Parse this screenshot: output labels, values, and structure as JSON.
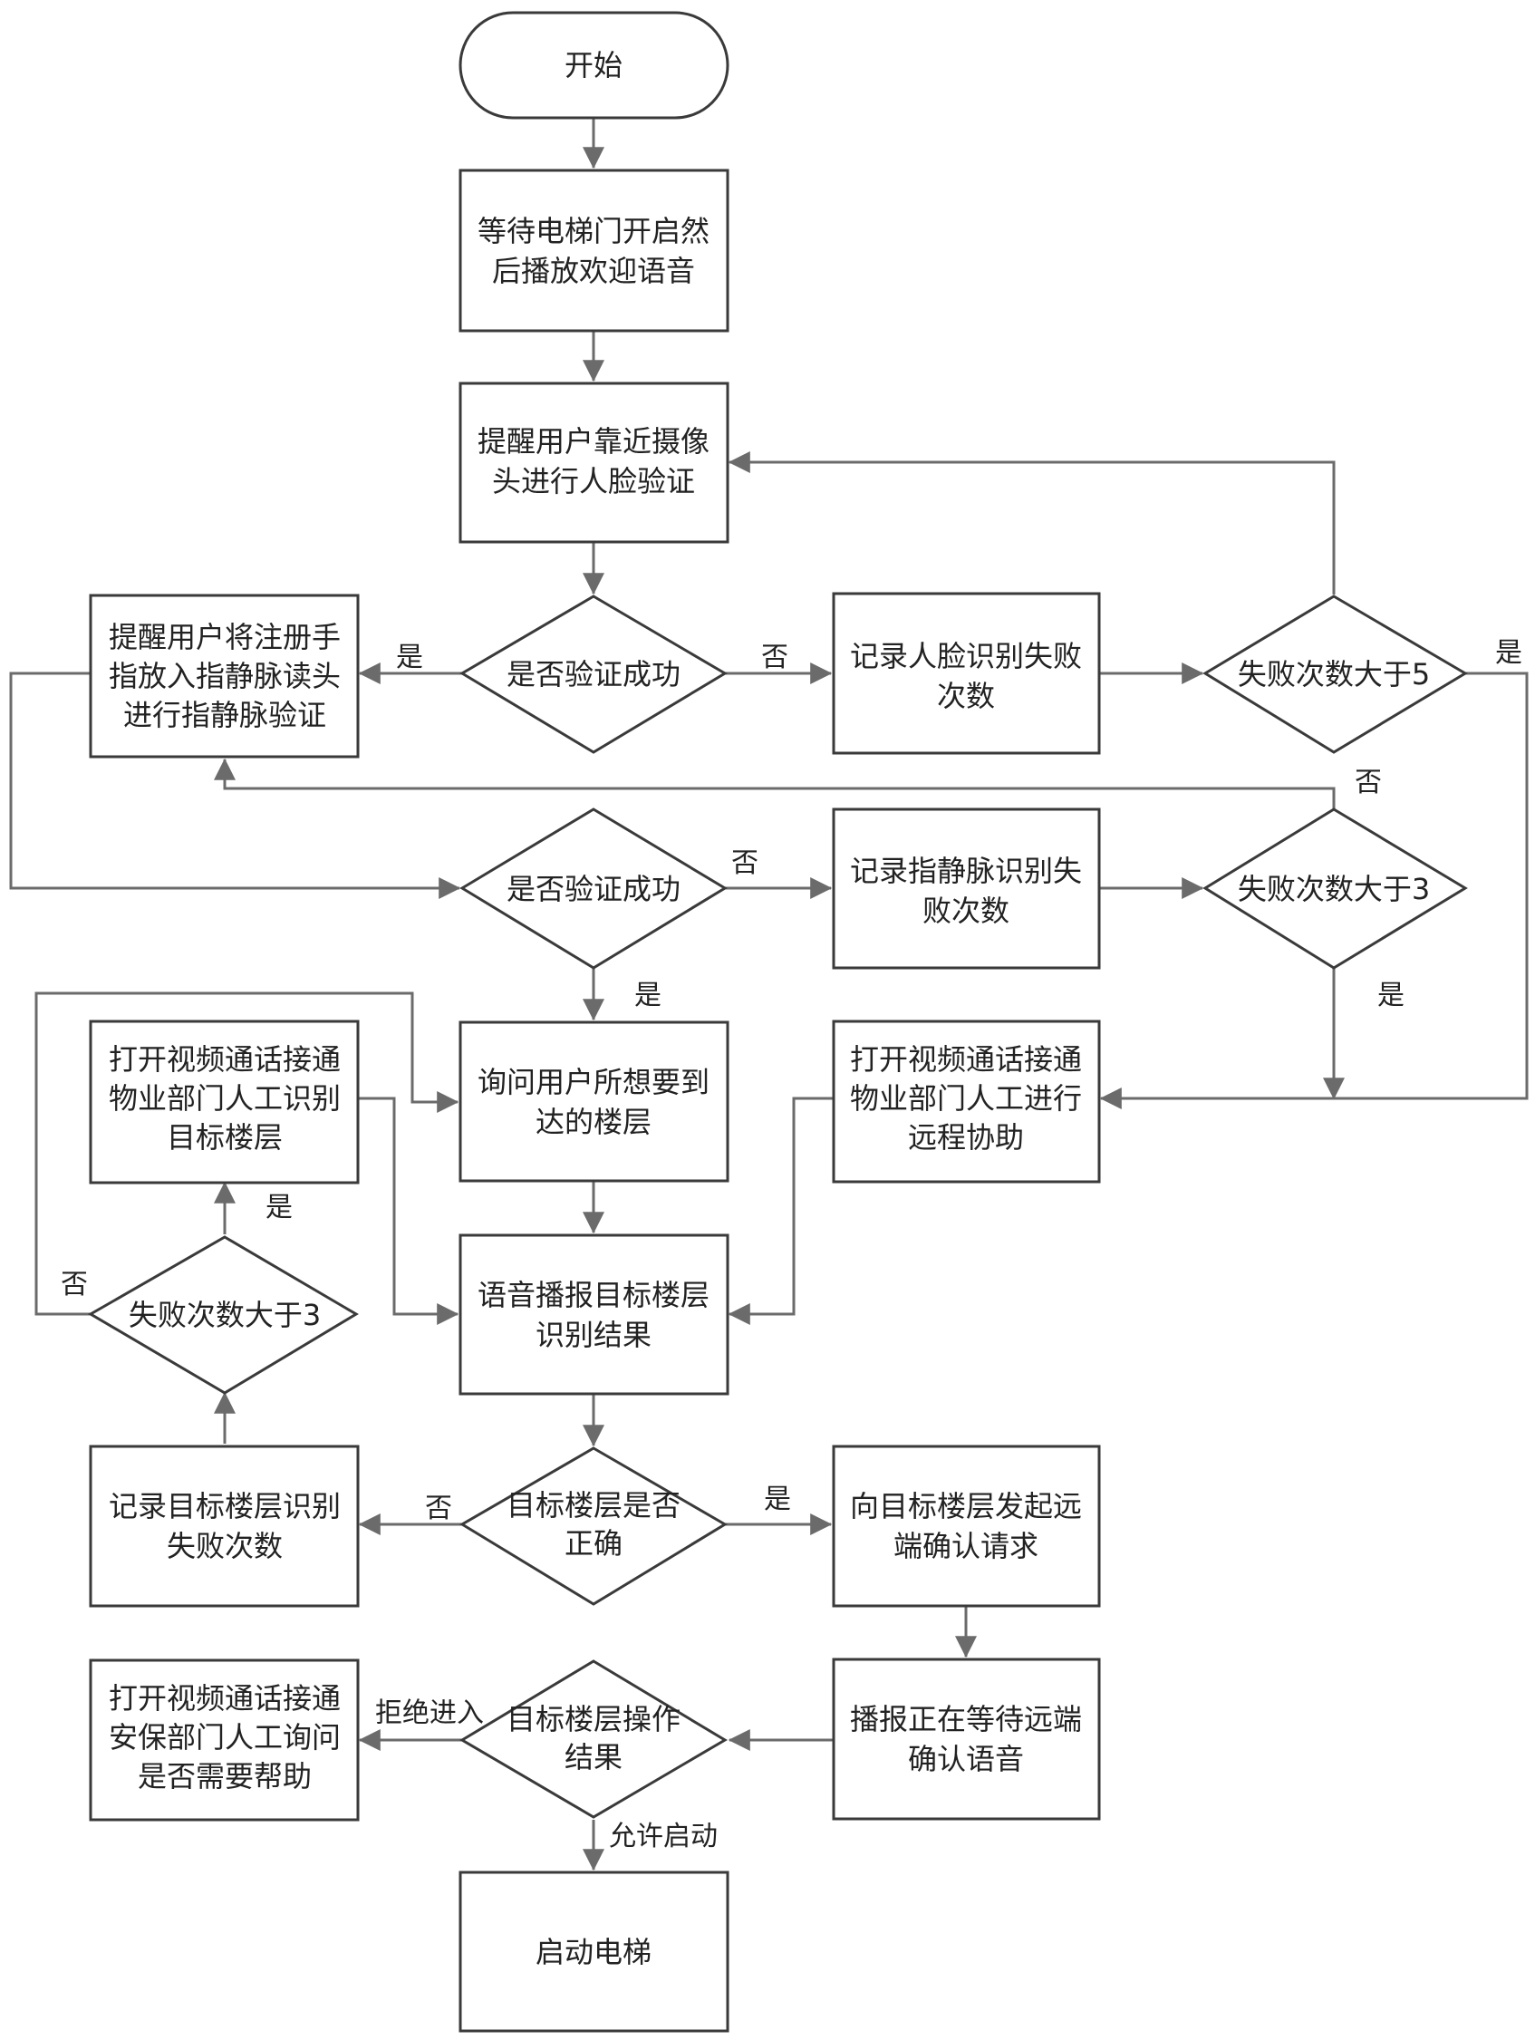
{
  "colors": {
    "shape_stroke": "#3a3a3a",
    "edge_stroke": "#6b6b6b",
    "arrow_fill": "#6b6b6b",
    "text": "#222222"
  },
  "nodes": {
    "start": "开始",
    "wait_door": [
      "等待电梯门开启然",
      "后播放欢迎语音"
    ],
    "face_prompt": [
      "提醒用户靠近摄像",
      "头进行人脸验证"
    ],
    "face_verify": "是否验证成功",
    "face_record": [
      "记录人脸识别失败",
      "次数"
    ],
    "face_fail_check": "失败次数大于5",
    "vein_prompt": [
      "提醒用户将注册手",
      "指放入指静脉读头",
      "进行指静脉验证"
    ],
    "vein_verify": "是否验证成功",
    "vein_record": [
      "记录指静脉识别失",
      "败次数"
    ],
    "vein_fail_check": "失败次数大于3",
    "video_manual_floor": [
      "打开视频通话接通",
      "物业部门人工识别",
      "目标楼层"
    ],
    "ask_floor": [
      "询问用户所想要到",
      "达的楼层"
    ],
    "video_remote_assist": [
      "打开视频通话接通",
      "物业部门人工进行",
      "远程协助"
    ],
    "floor_fail_check": "失败次数大于3",
    "announce_floor": [
      "语音播报目标楼层",
      "识别结果"
    ],
    "record_floor_fail": [
      "记录目标楼层识别",
      "失败次数"
    ],
    "floor_correct": [
      "目标楼层是否",
      "正确"
    ],
    "remote_confirm": [
      "向目标楼层发起远",
      "端确认请求"
    ],
    "video_security": [
      "打开视频通话接通",
      "安保部门人工询问",
      "是否需要帮助"
    ],
    "floor_operation": [
      "目标楼层操作",
      "结果"
    ],
    "announce_wait": [
      "播报正在等待远端",
      "确认语音"
    ],
    "start_elevator": "启动电梯"
  },
  "edge_labels": {
    "face_yes": "是",
    "face_no": "否",
    "face_fail_yes": "是",
    "face_fail_no": "否",
    "vein_no": "否",
    "vein_yes": "是",
    "vein_fail_yes": "是",
    "floor_fail_yes": "是",
    "floor_fail_no": "否",
    "floor_correct_no": "否",
    "floor_correct_yes": "是",
    "reject_entry": "拒绝进入",
    "allow_start": "允许启动"
  }
}
